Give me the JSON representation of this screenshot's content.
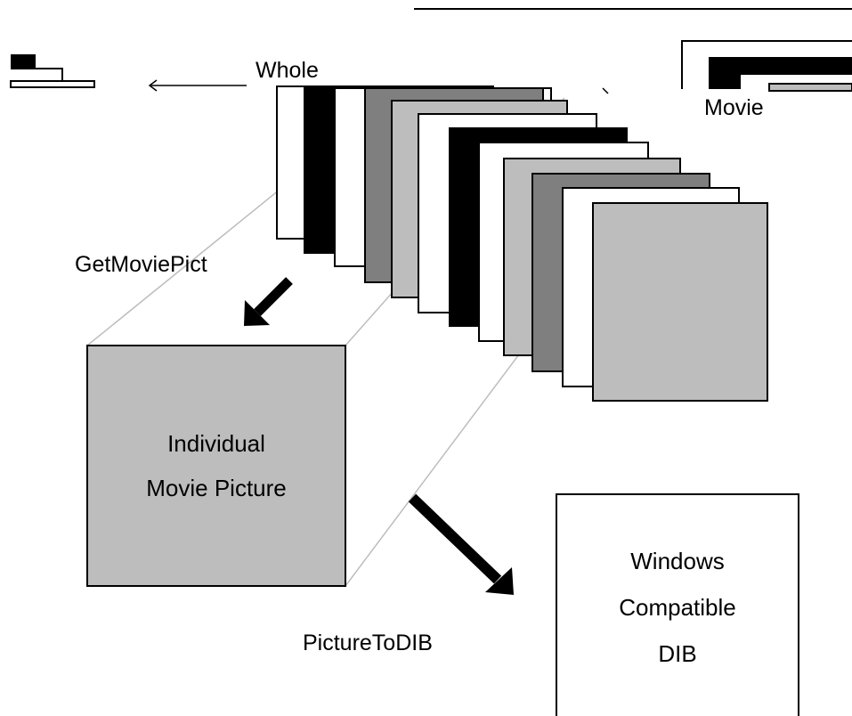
{
  "labels": {
    "whole": "Whole",
    "movie": "Movie",
    "get_movie_pict": "GetMoviePict",
    "picture_to_dib": "PictureToDIB"
  },
  "picture_box": {
    "line1": "Individual",
    "line2": "Movie Picture",
    "fill": "#bdbdbd"
  },
  "dib_box": {
    "line1": "Windows",
    "line2": "Compatible",
    "line3": "DIB",
    "fill": "#ffffff"
  },
  "colors": {
    "black": "#000000",
    "white": "#ffffff",
    "light_gray": "#bdbdbd",
    "dark_gray": "#7f7f7f",
    "connector_gray": "#bdbdbd"
  },
  "frame_stack": {
    "frames": [
      {
        "fill": "white"
      },
      {
        "fill": "black"
      },
      {
        "fill": "white"
      },
      {
        "fill": "dark_gray"
      },
      {
        "fill": "light_gray"
      },
      {
        "fill": "white"
      },
      {
        "fill": "black"
      },
      {
        "fill": "white"
      },
      {
        "fill": "light_gray"
      },
      {
        "fill": "dark_gray"
      },
      {
        "fill": "white"
      },
      {
        "fill": "light_gray"
      }
    ]
  }
}
